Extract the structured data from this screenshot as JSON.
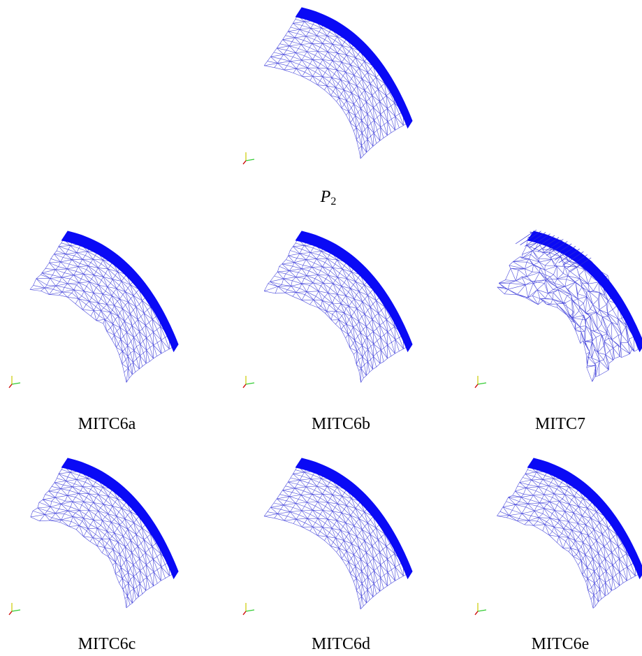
{
  "figure": {
    "panels": [
      {
        "id": "p2",
        "label_main": "P",
        "label_sub": "2",
        "math": true,
        "variant": "smooth"
      },
      {
        "id": "mitc6a",
        "label_main": "MITC6a",
        "label_sub": "",
        "math": false,
        "variant": "wavy"
      },
      {
        "id": "mitc6b",
        "label_main": "MITC6b",
        "label_sub": "",
        "math": false,
        "variant": "wavy"
      },
      {
        "id": "mitc7",
        "label_main": "MITC7",
        "label_sub": "",
        "math": false,
        "variant": "distorted"
      },
      {
        "id": "mitc6c",
        "label_main": "MITC6c",
        "label_sub": "",
        "math": false,
        "variant": "wavy"
      },
      {
        "id": "mitc6d",
        "label_main": "MITC6d",
        "label_sub": "",
        "math": false,
        "variant": "smooth"
      },
      {
        "id": "mitc6e",
        "label_main": "MITC6e",
        "label_sub": "",
        "math": false,
        "variant": "wavy"
      }
    ],
    "colors": {
      "mesh": "#2b2bd6",
      "edge_band": "#0a0af5",
      "axis_x": "#33cc33",
      "axis_y": "#cccc00",
      "axis_z": "#cc0000"
    }
  }
}
